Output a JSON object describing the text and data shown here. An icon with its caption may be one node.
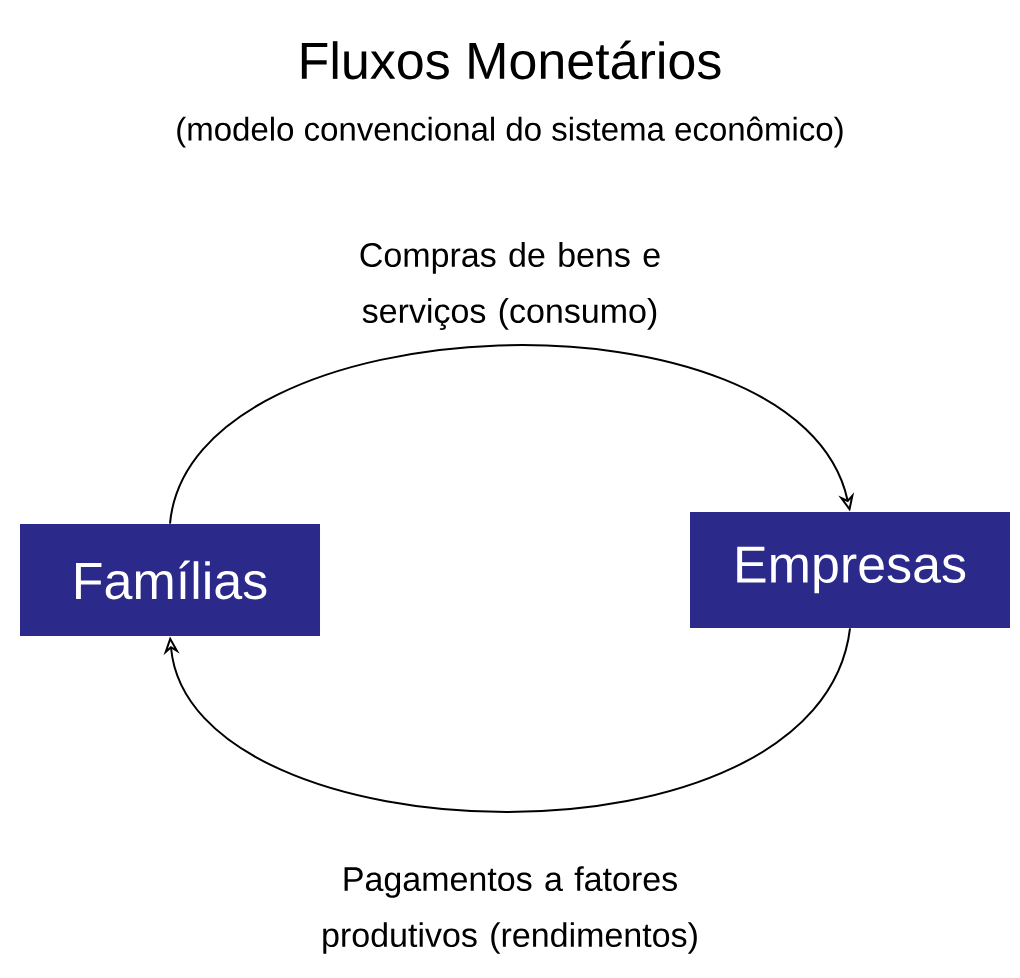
{
  "diagram": {
    "title": "Fluxos Monetários",
    "nodes": [
      {
        "text": [
          "Famílias"
        ]
      },
      {
        "text": [
          "Empresas"
        ]
      }
    ],
    "edges": [
      {
        "from": 0,
        "to": 1,
        "arrow": "to",
        "label": "Compras de bens e serviços (consumo)"
      },
      {
        "from": 1,
        "to": 0,
        "arrow": "to",
        "label": "Pagamentos a fatores produtivos (rendimentos)"
      }
    ],
    "labels": [
      "(modelo convencional do sistema econômico)"
    ]
  }
}
